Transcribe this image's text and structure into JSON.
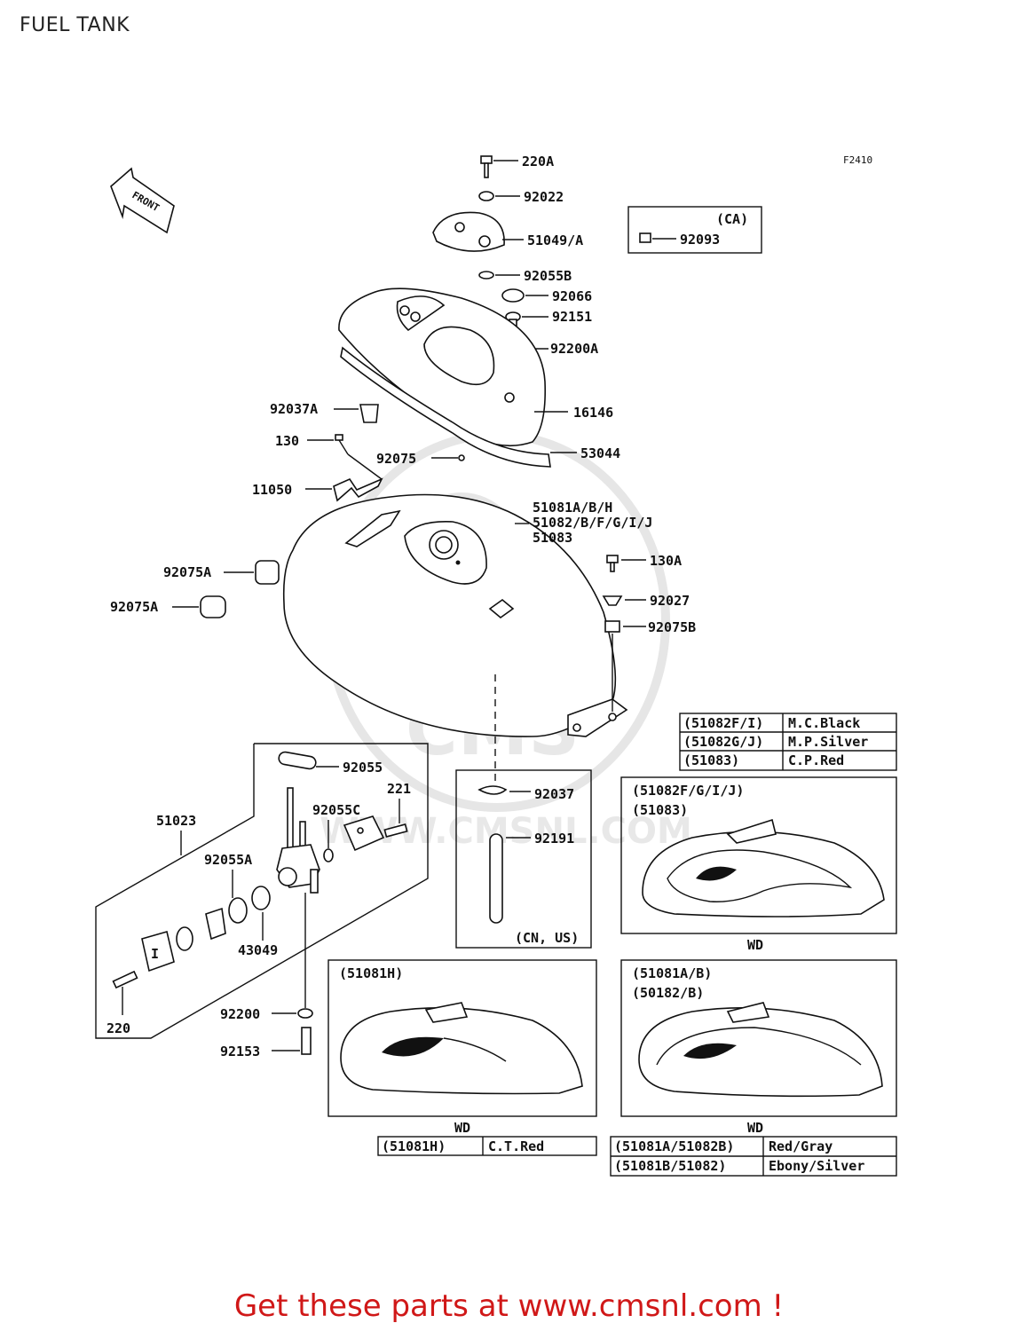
{
  "page": {
    "title": "FUEL TANK"
  },
  "diagram": {
    "figure_code": "F2410",
    "front_label": "FRONT",
    "parts": {
      "p220A": "220A",
      "p92022": "92022",
      "p51049": "51049/A",
      "p92055B": "92055B",
      "p92066": "92066",
      "p92151": "92151",
      "p92200A": "92200A",
      "p16146": "16146",
      "p53044": "53044",
      "p92037A": "92037A",
      "p130": "130",
      "p92075": "92075",
      "p11050": "11050",
      "p51081": "51081A/B/H",
      "p51082": "51082/B/F/G/I/J",
      "p51083": "51083",
      "p92075A_1": "92075A",
      "p92075A_2": "92075A",
      "p130A": "130A",
      "p92027": "92027",
      "p92075B": "92075B",
      "p92055": "92055",
      "p221": "221",
      "p51023": "51023",
      "p92055C": "92055C",
      "p92055A": "92055A",
      "p43049": "43049",
      "p220": "220",
      "p92200": "92200",
      "p92153": "92153",
      "p92037": "92037",
      "p92191": "92191"
    },
    "ca_box": {
      "region": "(CA)",
      "part": "92093"
    },
    "cn_us_note": "(CN, US)",
    "color_table_1": [
      {
        "code": "(51082F/I)",
        "color": "M.C.Black"
      },
      {
        "code": "(51082G/J)",
        "color": "M.P.Silver"
      },
      {
        "code": "(51083)",
        "color": "C.P.Red"
      }
    ],
    "panel_fgij": {
      "line1": "(51082F/G/I/J)",
      "line2": "(51083)",
      "wd": "WD"
    },
    "panel_h": {
      "line1": "(51081H)",
      "wd": "WD"
    },
    "panel_ab": {
      "line1": "(51081A/B)",
      "line2": "(50182/B)",
      "wd": "WD"
    },
    "color_table_h": [
      {
        "code": "(51081H)",
        "color": "C.T.Red"
      }
    ],
    "color_table_ab": [
      {
        "code": "(51081A/51082B)",
        "color": "Red/Gray"
      },
      {
        "code": "(51081B/51082)",
        "color": "Ebony/Silver"
      }
    ],
    "watermark": "WWW.CMSNL.COM"
  },
  "footer": {
    "text": "Get these parts at www.cmsnl.com !"
  },
  "colors": {
    "footer": "#d01818",
    "lines": "#111111",
    "watermark": "#e6e6e6"
  }
}
